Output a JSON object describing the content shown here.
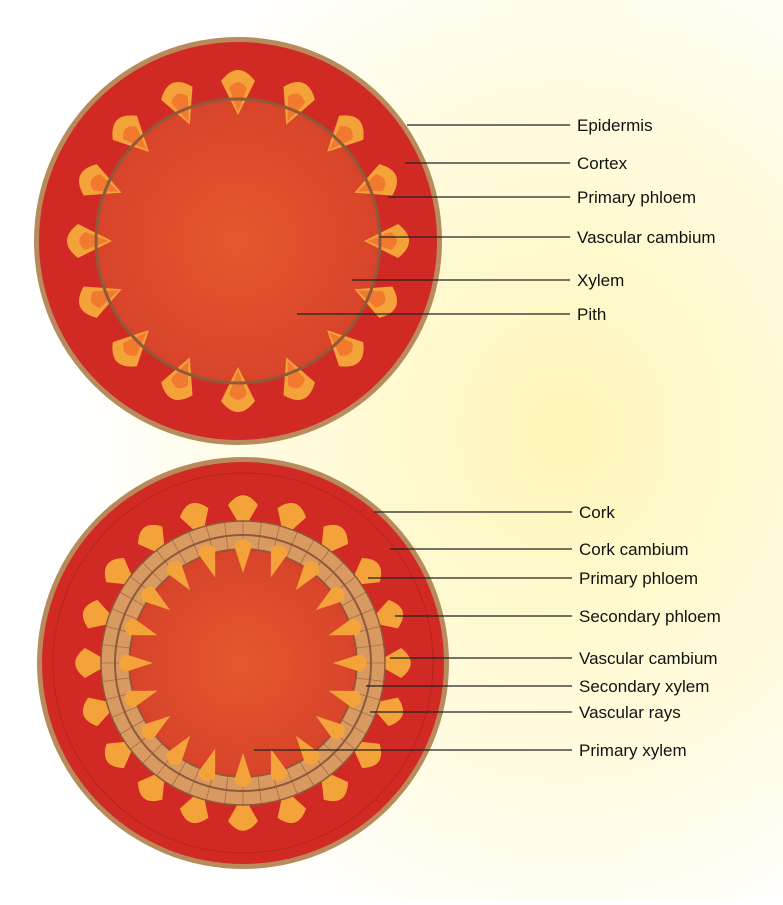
{
  "colors": {
    "glow": "#fff6b8",
    "epidermis": "#b98a5c",
    "cortex": "#d12a24",
    "pith": "#e0512b",
    "bundle_outer": "#f4a23a",
    "bundle_inner": "#ffbf66",
    "xylem_tip": "#f27a2e",
    "cambium_line": "#8d5a3a",
    "secondary_ring": "#d99a62",
    "leader_line": "#222222"
  },
  "primary_stem": {
    "labels": {
      "epidermis": "Epidermis",
      "cortex": "Cortex",
      "primary_phloem": "Primary phloem",
      "vascular_cambium": "Vascular cambium",
      "xylem": "Xylem",
      "pith": "Pith"
    }
  },
  "secondary_stem": {
    "labels": {
      "cork": "Cork",
      "cork_cambium": "Cork cambium",
      "primary_phloem": "Primary phloem",
      "secondary_phloem": "Secondary phloem",
      "vascular_cambium": "Vascular cambium",
      "secondary_xylem": "Secondary xylem",
      "vascular_rays": "Vascular rays",
      "primary_xylem": "Primary xylem"
    }
  }
}
